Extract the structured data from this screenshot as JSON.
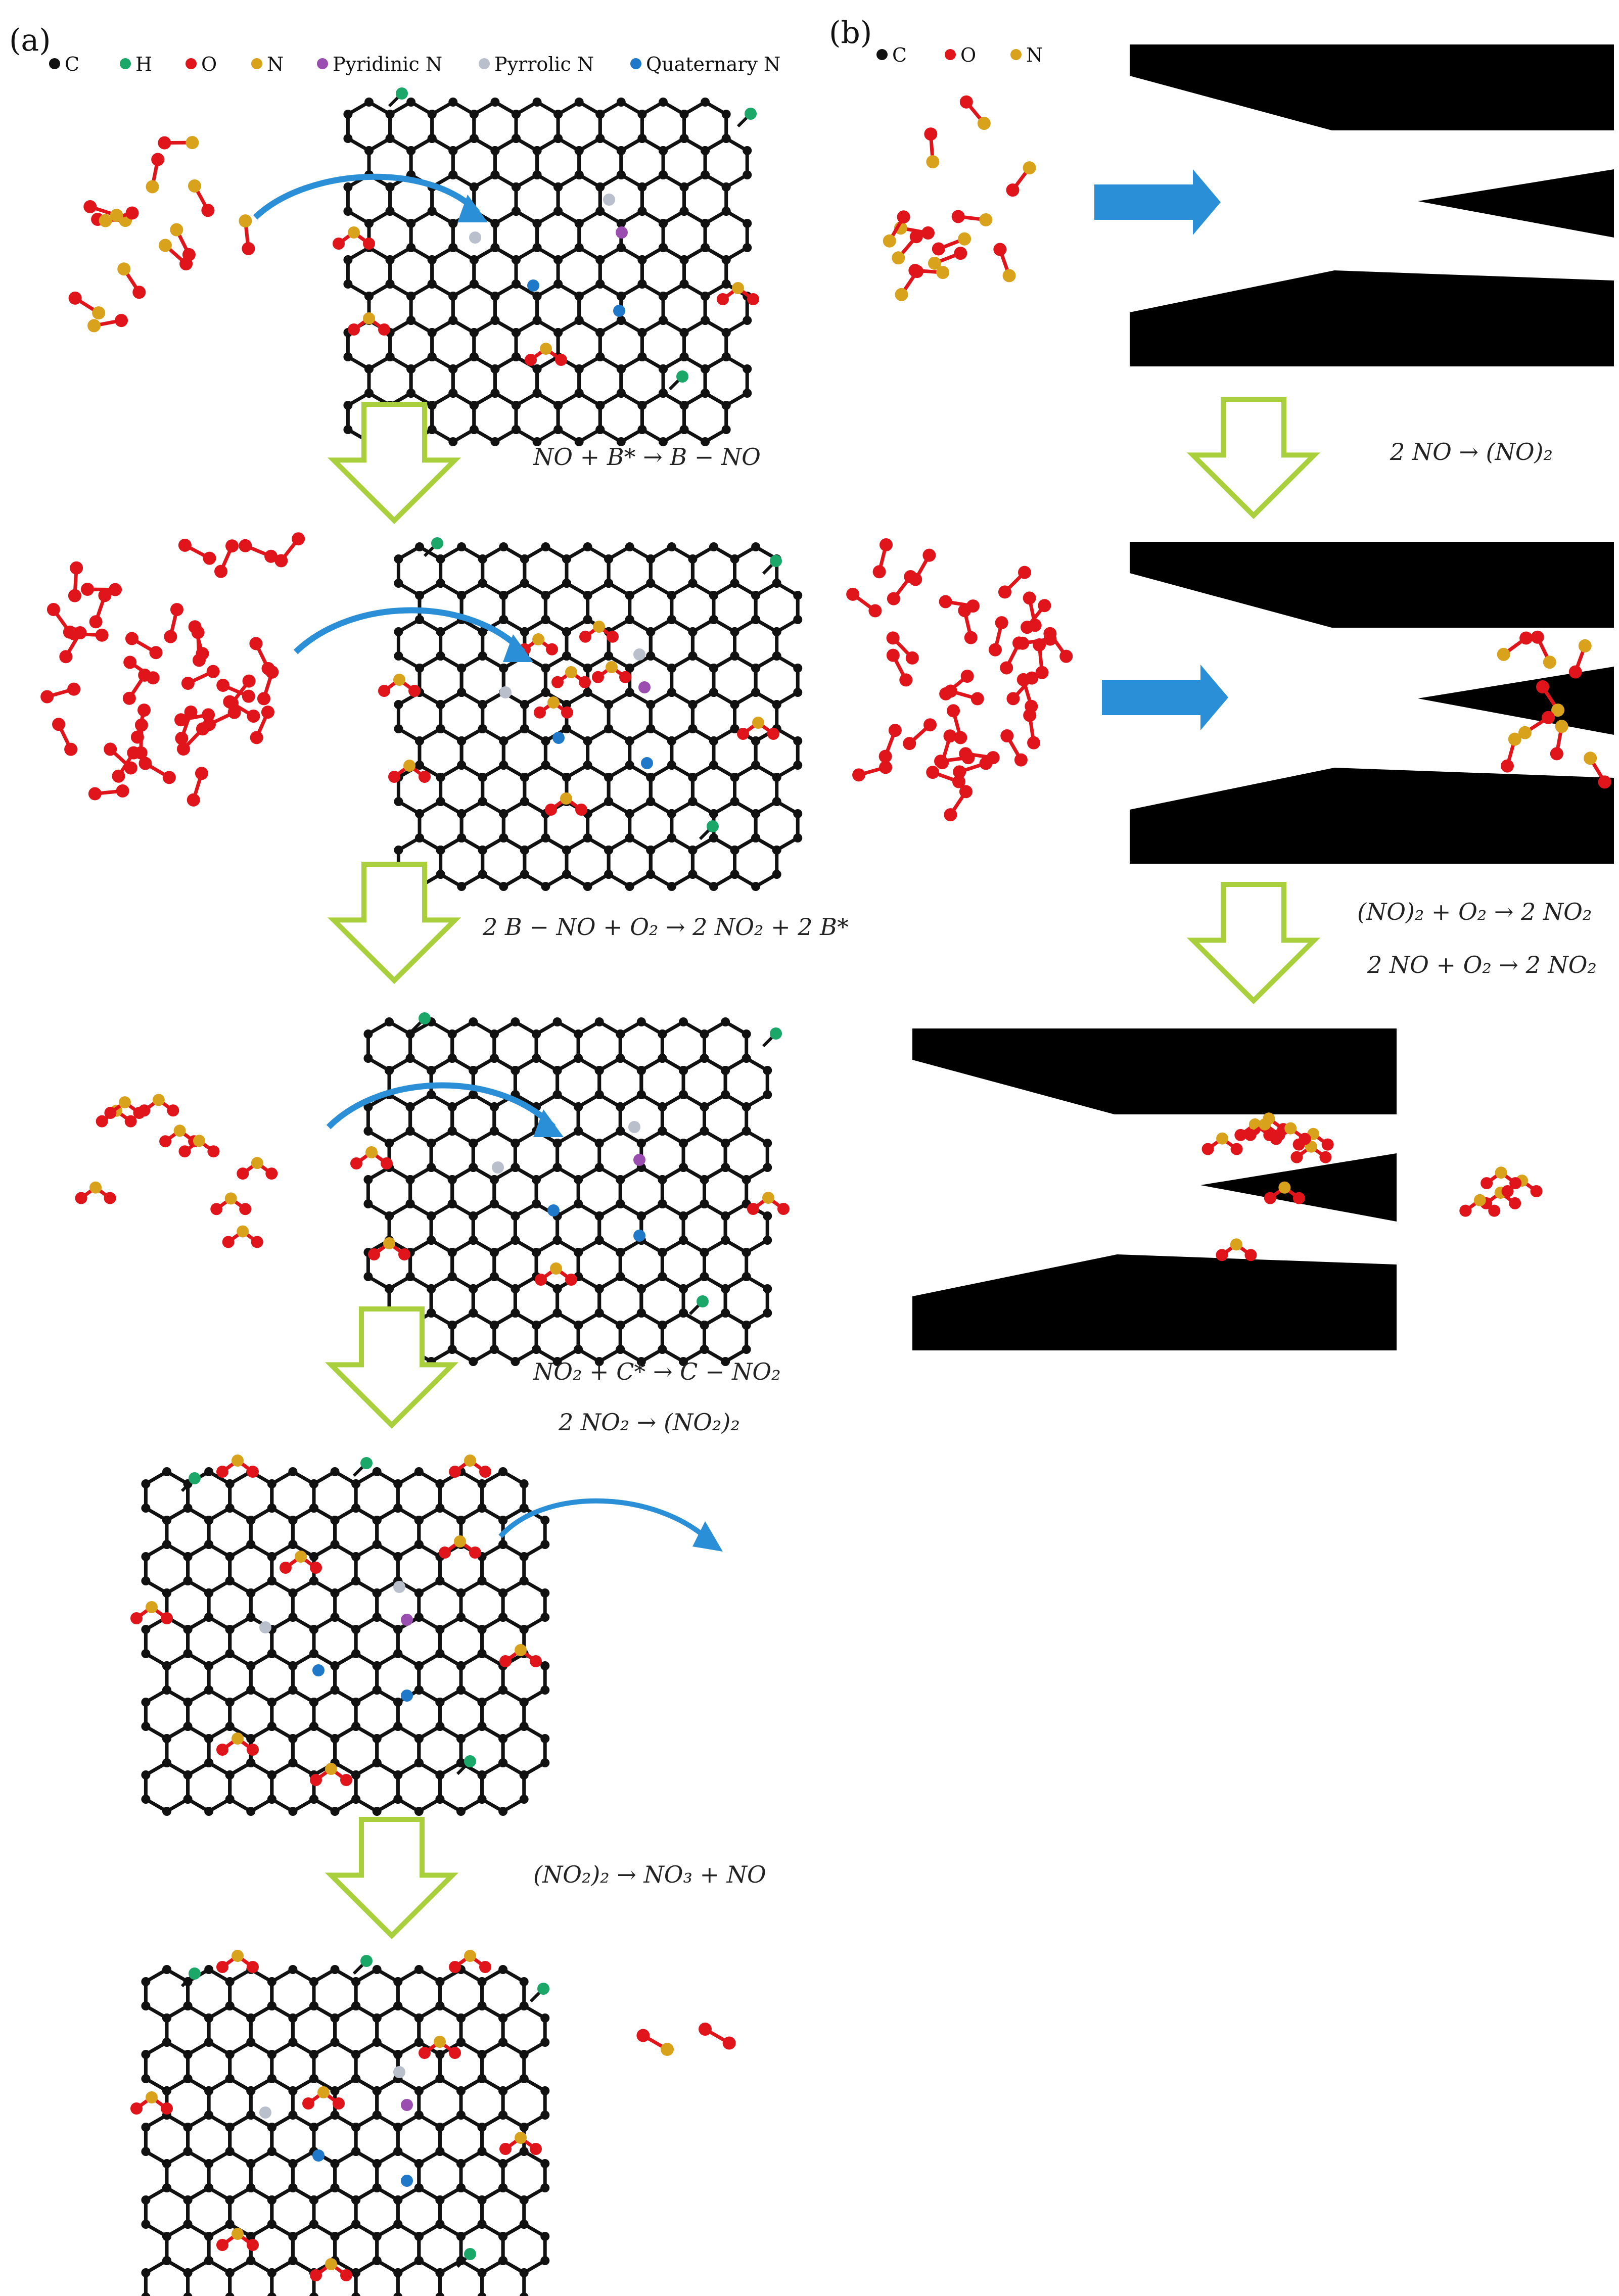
{
  "panel_a": {
    "label": "(a)",
    "legend": [
      {
        "name": "legend-c",
        "symbol": "C",
        "color": "#111111"
      },
      {
        "name": "legend-h",
        "symbol": "H",
        "color": "#1aa768"
      },
      {
        "name": "legend-o",
        "symbol": "O",
        "color": "#e0141b"
      },
      {
        "name": "legend-n",
        "symbol": "N",
        "color": "#d8a21c"
      },
      {
        "name": "legend-pyridinic-n",
        "symbol": "Pyridinic N",
        "color": "#9a4fb0"
      },
      {
        "name": "legend-pyrrolic-n",
        "symbol": "Pyrrolic N",
        "color": "#b9c0cc"
      },
      {
        "name": "legend-quaternary-n",
        "symbol": "Quaternary N",
        "color": "#1f78c8"
      }
    ],
    "equations": [
      "NO + B* → B − NO",
      "2 B − NO + O₂ → 2 NO₂ + 2 B*",
      "NO₂ + C* → C − NO₂",
      "2 NO₂ → (NO₂)₂",
      "(NO₂)₂ → NO₃ + NO"
    ]
  },
  "panel_b": {
    "label": "(b)",
    "legend": [
      {
        "name": "legend-c",
        "symbol": "C",
        "color": "#111111"
      },
      {
        "name": "legend-o",
        "symbol": "O",
        "color": "#e0141b"
      },
      {
        "name": "legend-n",
        "symbol": "N",
        "color": "#d8a21c"
      }
    ],
    "equations": [
      "2 NO → (NO)₂",
      "(NO)₂ + O₂ → 2 NO₂",
      "2 NO + O₂ → 2 NO₂"
    ]
  },
  "colors": {
    "carbon": "#111111",
    "hydrogen": "#1aa768",
    "oxygen": "#e0141b",
    "nitrogen": "#d8a21c",
    "pyridinic": "#9a4fb0",
    "pyrrolic": "#b9c0cc",
    "quaternary": "#1f78c8",
    "process_arrow": "#a9d03c",
    "flow_arrow": "#2a8fd6"
  }
}
